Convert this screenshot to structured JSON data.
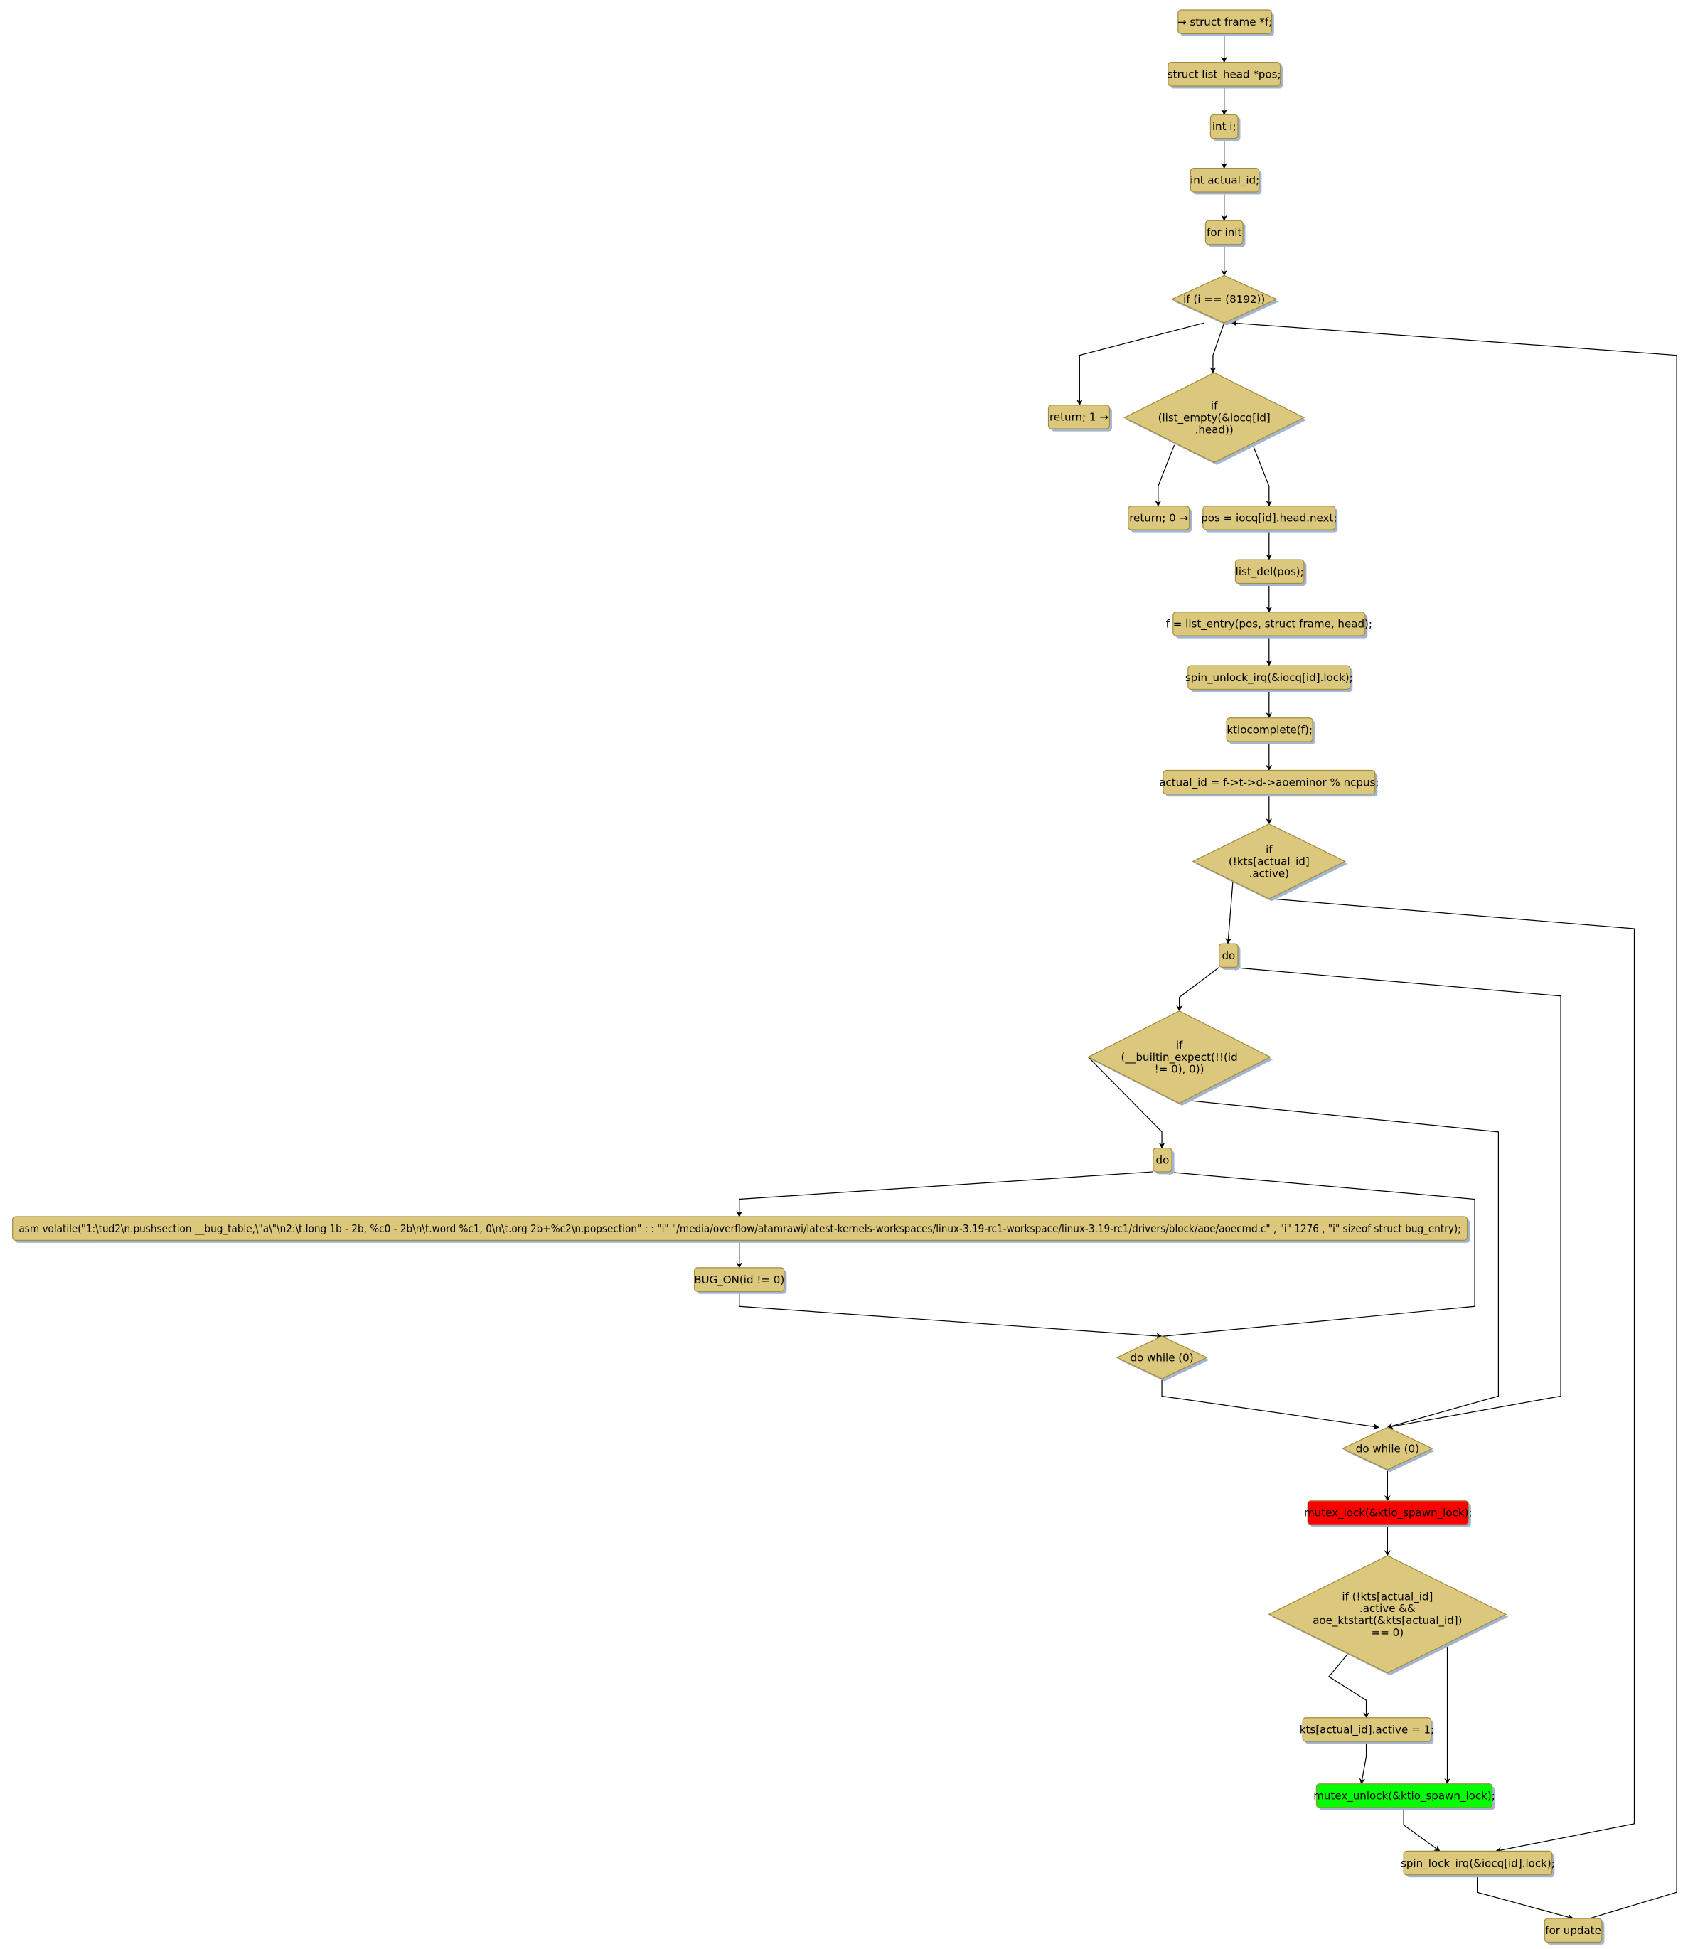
{
  "colors": {
    "node_fill": "#dbc87c",
    "node_stroke": "#a08c40",
    "shadow": "#a3b4cf",
    "lock": "#ff0000",
    "unlock": "#00ff00"
  },
  "nodes": {
    "n0": {
      "lines": [
        "→ struct frame *f;"
      ]
    },
    "n1": {
      "lines": [
        "struct list_head *pos;"
      ]
    },
    "n2": {
      "lines": [
        "int i;"
      ]
    },
    "n3": {
      "lines": [
        "int actual_id;"
      ]
    },
    "n4": {
      "lines": [
        "for init"
      ]
    },
    "d0": {
      "lines": [
        "if (i == (8192))"
      ]
    },
    "r1": {
      "lines": [
        "return; 1 →"
      ]
    },
    "d1": {
      "lines": [
        "if",
        "(list_empty(&iocq[id]",
        ".head))"
      ]
    },
    "r0": {
      "lines": [
        "return; 0 →"
      ]
    },
    "n5": {
      "lines": [
        "pos = iocq[id].head.next;"
      ]
    },
    "n6": {
      "lines": [
        "list_del(pos);"
      ]
    },
    "n7": {
      "lines": [
        "f = list_entry(pos, struct frame, head);"
      ]
    },
    "n8": {
      "lines": [
        "spin_unlock_irq(&iocq[id].lock);"
      ]
    },
    "n9": {
      "lines": [
        "ktiocomplete(f);"
      ]
    },
    "n10": {
      "lines": [
        "actual_id = f->t->d->aoeminor % ncpus;"
      ]
    },
    "d2": {
      "lines": [
        "if",
        "(!kts[actual_id]",
        ".active)"
      ]
    },
    "do1": {
      "lines": [
        "do"
      ]
    },
    "d3": {
      "lines": [
        "if",
        "(__builtin_expect(!!(id",
        "!= 0), 0))"
      ]
    },
    "do2": {
      "lines": [
        "do"
      ]
    },
    "asm": {
      "lines": [
        "asm volatile(\"1:\\tud2\\n.pushsection __bug_table,\\\"a\\\"\\n2:\\t.long 1b - 2b, %c0 - 2b\\n\\t.word %c1, 0\\n\\t.org 2b+%c2\\n.popsection\" : : \"i\" \"/media/overflow/atamrawi/latest-kernels-workspaces/linux-3.19-rc1-workspace/linux-3.19-rc1/drivers/block/aoe/aoecmd.c\" , \"i\" 1276 , \"i\" sizeof struct bug_entry);"
      ]
    },
    "bug": {
      "lines": [
        "BUG_ON(id != 0)"
      ]
    },
    "dw1": {
      "lines": [
        "do while (0)"
      ]
    },
    "dw2": {
      "lines": [
        "do while (0)"
      ]
    },
    "lock": {
      "lines": [
        "mutex_lock(&ktio_spawn_lock);"
      ]
    },
    "d4": {
      "lines": [
        "if (!kts[actual_id]",
        ".active &&",
        "aoe_ktstart(&kts[actual_id])",
        "== 0)"
      ]
    },
    "n11": {
      "lines": [
        "kts[actual_id].active = 1;"
      ]
    },
    "unlock": {
      "lines": [
        "mutex_unlock(&ktio_spawn_lock);"
      ]
    },
    "n12": {
      "lines": [
        "spin_lock_irq(&iocq[id].lock);"
      ]
    },
    "n13": {
      "lines": [
        "for update"
      ]
    }
  }
}
